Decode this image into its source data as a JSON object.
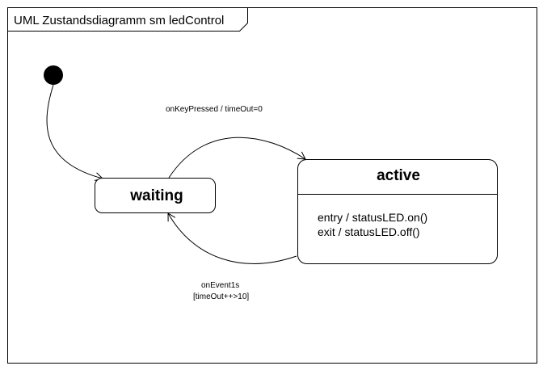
{
  "frame": {
    "title": "UML Zustandsdiagramm sm ledControl"
  },
  "states": {
    "waiting": {
      "name": "waiting"
    },
    "active": {
      "name": "active",
      "actions": [
        "entry / statusLED.on()",
        "exit / statusLED.off()"
      ]
    }
  },
  "transitions": {
    "to_active": {
      "label": "onKeyPressed / timeOut=0"
    },
    "to_waiting": {
      "event": "onEvent1s",
      "guard": "[timeOut++>10]"
    }
  },
  "colors": {
    "stroke": "#000000",
    "fill": "#ffffff"
  }
}
